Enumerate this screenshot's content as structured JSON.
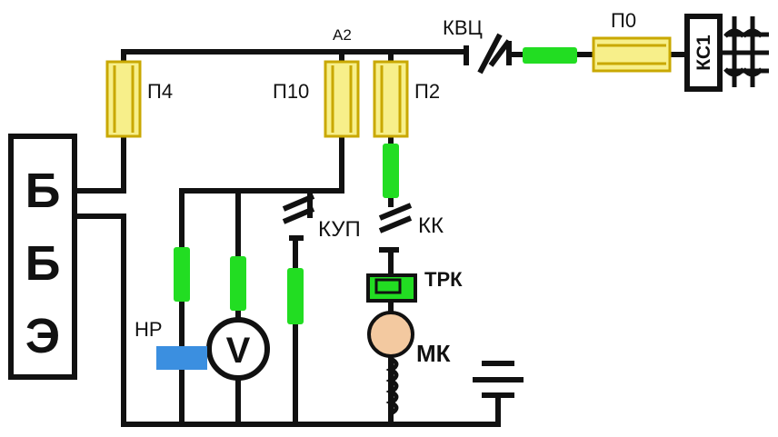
{
  "labels": {
    "a2": "А2",
    "p4": "П4",
    "p10": "П10",
    "p2": "П2",
    "kvc": "КВЦ",
    "p0": "П0",
    "kc1": "КС1",
    "kup": "КУП",
    "kk": "КК",
    "trk": "ТРК",
    "mk": "МК",
    "hp": "НР",
    "voltmeter": "V"
  },
  "bbe": {
    "line1": "Б",
    "line2": "Б",
    "line3": "Э"
  },
  "colors": {
    "fuse": "#f7ef8a",
    "fuse_stroke": "#c9a800",
    "resistor": "#22dd22",
    "relay": "#3b8fe0",
    "motor": "#f3c9a0",
    "wire": "#111111"
  }
}
